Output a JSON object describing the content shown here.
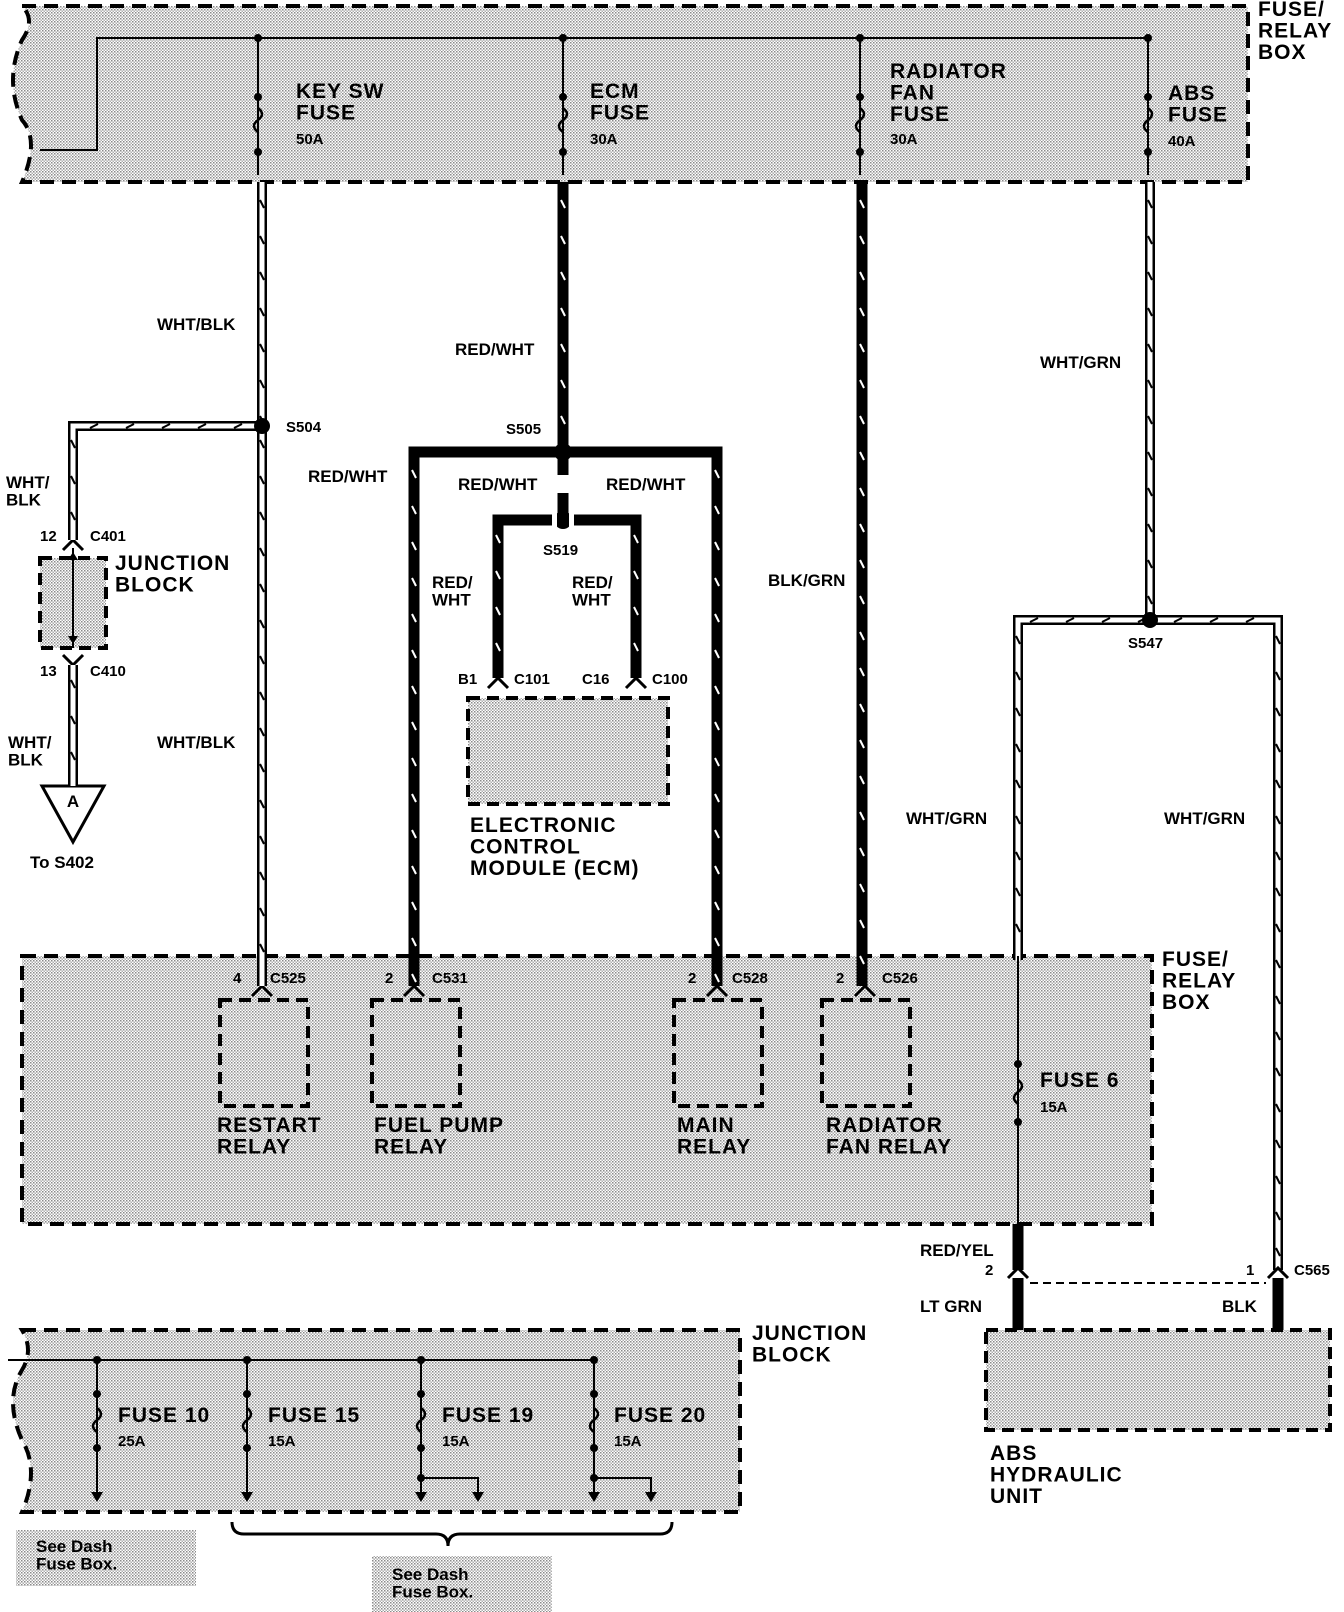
{
  "fuse_relay_box_top": {
    "label": "FUSE/\nRELAY\nBOX",
    "fuses": [
      {
        "name": "KEY SW\nFUSE",
        "rating": "50A"
      },
      {
        "name": "ECM\nFUSE",
        "rating": "30A"
      },
      {
        "name": "RADIATOR\nFAN\nFUSE",
        "rating": "30A"
      },
      {
        "name": "ABS\nFUSE",
        "rating": "40A"
      }
    ]
  },
  "wires": {
    "wht_blk": "WHT/BLK",
    "wht_blk_split": "WHT/\nBLK",
    "red_wht": "RED/WHT",
    "red_wht_split": "RED/\nWHT",
    "blk_grn": "BLK/GRN",
    "wht_grn": "WHT/GRN",
    "red_yel": "RED/YEL",
    "lt_grn": "LT GRN",
    "blk": "BLK"
  },
  "splices": {
    "s504": "S504",
    "s505": "S505",
    "s519": "S519",
    "s547": "S547"
  },
  "junction_block_mid": {
    "label": "JUNCTION\nBLOCK",
    "c401": "C401",
    "c401_pin": "12",
    "c410": "C410",
    "c410_pin": "13",
    "ground_letter": "A",
    "ground_to": "To S402"
  },
  "ecm": {
    "label": "ELECTRONIC\nCONTROL\nMODULE (ECM)",
    "pin_b1": "B1",
    "c101": "C101",
    "pin_c16": "C16",
    "c100": "C100"
  },
  "fuse_relay_box_bottom": {
    "label": "FUSE/\nRELAY\nBOX",
    "relays": [
      {
        "name": "RESTART\nRELAY",
        "pin": "4",
        "connector": "C525"
      },
      {
        "name": "FUEL PUMP\nRELAY",
        "pin": "2",
        "connector": "C531"
      },
      {
        "name": "MAIN\nRELAY",
        "pin": "2",
        "connector": "C528"
      },
      {
        "name": "RADIATOR\nFAN RELAY",
        "pin": "2",
        "connector": "C526"
      }
    ],
    "fuse6": {
      "name": "FUSE 6",
      "rating": "15A"
    }
  },
  "abs_unit": {
    "label": "ABS\nHYDRAULIC\nUNIT",
    "pin2": "2",
    "pin1": "1",
    "connector": "C565"
  },
  "junction_block_bottom": {
    "label": "JUNCTION\nBLOCK",
    "fuses": [
      {
        "name": "FUSE 10",
        "rating": "25A"
      },
      {
        "name": "FUSE 15",
        "rating": "15A"
      },
      {
        "name": "FUSE 19",
        "rating": "15A"
      },
      {
        "name": "FUSE 20",
        "rating": "15A"
      }
    ]
  },
  "notes": {
    "see_dash_left": "See Dash\nFuse Box.",
    "see_dash_right": "See Dash\nFuse Box."
  }
}
